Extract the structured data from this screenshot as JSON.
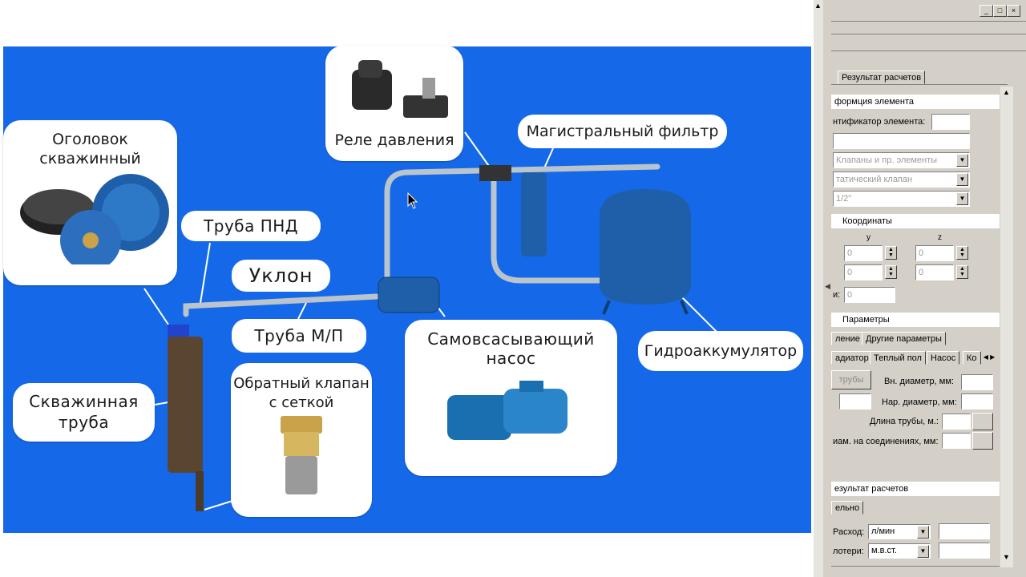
{
  "diagram": {
    "labels": {
      "ogolovok": "Оголовок скважинный",
      "pipe_pnd": "Труба ПНД",
      "slope": "Уклон",
      "pipe_mp": "Труба М/П",
      "relay": "Реле давления",
      "filter": "Магистральный фильтр",
      "pump": "Самовсасывающий насос",
      "accumulator": "Гидроаккумулятор",
      "well_pipe": "Скважинная труба",
      "check_valve": "Обратный клапан с сеткой"
    },
    "colors": {
      "canvas": "#1569e8",
      "pipe": "#b9c4cc",
      "equipment": "#1f5ea8"
    }
  },
  "panel": {
    "window_buttons": [
      "_",
      "□",
      "×"
    ],
    "tabs_top": [
      "Результат расчетов"
    ],
    "element_info": {
      "header": "формция элемента",
      "id_label": "нтификатор элемента:",
      "category": "Клапаны и пр. элементы",
      "type": "татический клапан",
      "size": "1/2\""
    },
    "coords": {
      "header": "Координаты",
      "y_label": "y",
      "z_label": "z",
      "r1": [
        "0",
        "0"
      ],
      "r2": [
        "0",
        "0"
      ],
      "r3_label": "и:",
      "r3": "0"
    },
    "params": {
      "header": "Параметры",
      "tabs_row1": [
        "ление",
        "Другие параметры"
      ],
      "tabs_row2": [
        "адиатор",
        "Теплый пол",
        "Насос",
        "Ко"
      ],
      "btn_pipe": "трубы",
      "inner_diam": "Вн. диаметр, мм:",
      "outer_diam": "Нар. диаметр, мм:",
      "pipe_len": "Длина трубы, м.:",
      "conn_diam": "иам. на соединениях, мм:"
    },
    "results": {
      "header": "езультат расчетов",
      "tab": "ельно",
      "flow_label": "Расход:",
      "flow_unit": "л/мин",
      "loss_label": "лотери:",
      "loss_unit": "м.в.ст."
    },
    "icons": [
      "triangle-right-icon",
      "triangle-left-icon",
      "scroll-up-icon",
      "scroll-down-icon"
    ]
  }
}
